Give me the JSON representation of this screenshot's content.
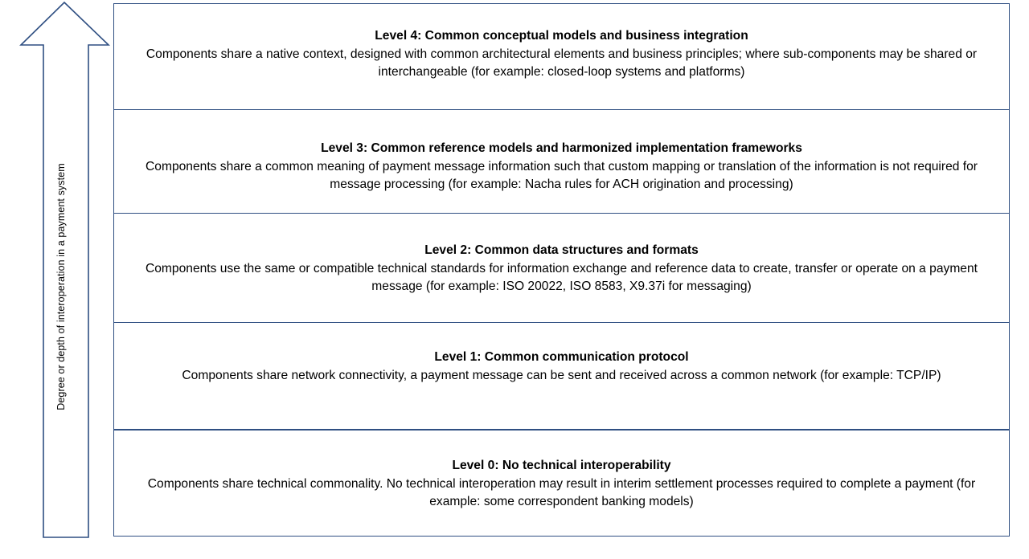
{
  "axis": {
    "label": "Degree or depth of interoperation in a payment system",
    "direction": "up",
    "color": "#2f4f82"
  },
  "diagram": {
    "border_color": "#2f4f82",
    "background": "#ffffff"
  },
  "levels": [
    {
      "id": "level-4",
      "title": "Level 4: Common conceptual models and business integration",
      "body": "Components share a native context, designed with common architectural elements and business principles; where sub-components may be shared or interchangeable (for example: closed-loop systems and platforms)"
    },
    {
      "id": "level-3",
      "title": "Level 3: Common reference models and harmonized implementation frameworks",
      "body": "Components share a common meaning of payment message information such that custom mapping or translation of the information is not required for message processing (for example: Nacha rules for ACH origination and processing)"
    },
    {
      "id": "level-2",
      "title": "Level 2: Common data structures and formats",
      "body": "Components use the same or compatible technical standards for information exchange and reference data to create, transfer or operate on a payment message (for example: ISO 20022, ISO 8583, X9.37i for messaging)"
    },
    {
      "id": "level-1",
      "title": "Level 1: Common communication protocol",
      "body": "Components share network connectivity, a payment message can be sent and received across a common network (for example: TCP/IP)"
    },
    {
      "id": "level-0",
      "title": "Level 0: No technical interoperability",
      "body": "Components share technical commonality. No technical interoperation may result in interim settlement processes required to complete a payment (for example: some correspondent banking models)"
    }
  ]
}
